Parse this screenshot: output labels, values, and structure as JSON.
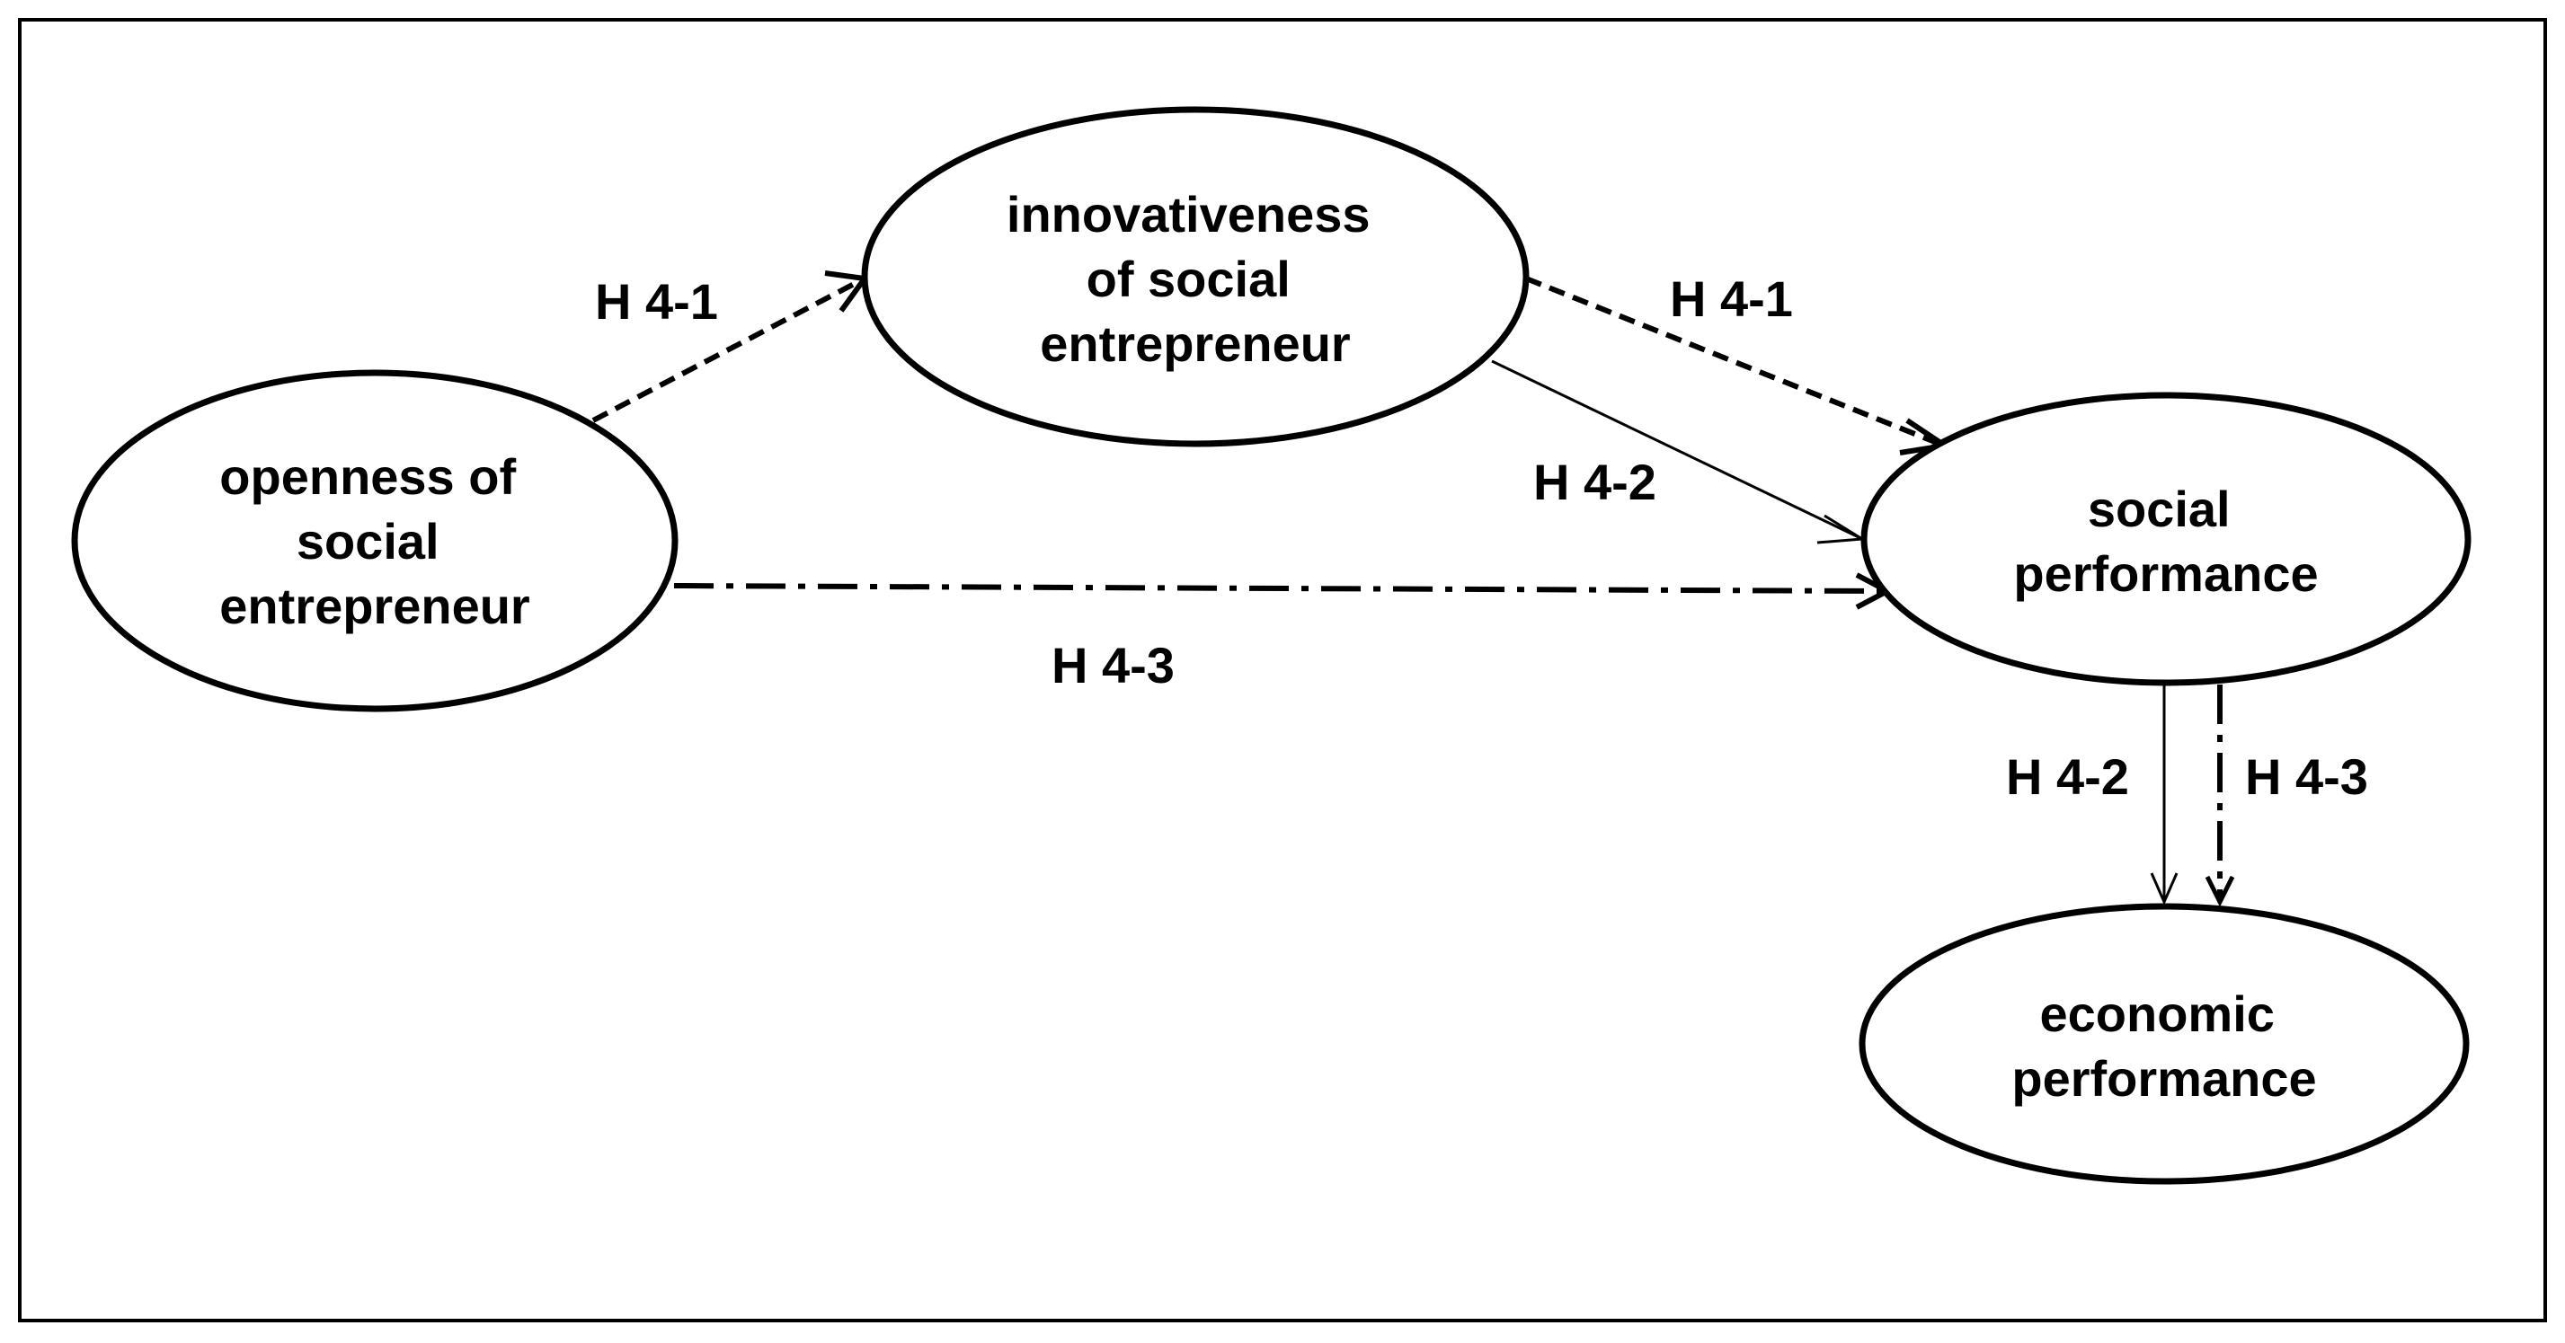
{
  "nodes": {
    "openness": {
      "lines": [
        "openness of",
        "social",
        "entrepreneur"
      ]
    },
    "innovativeness": {
      "lines": [
        "innovativeness",
        "of social",
        "entrepreneur"
      ]
    },
    "social_performance": {
      "lines": [
        "social",
        "performance"
      ]
    },
    "economic_performance": {
      "lines": [
        "economic",
        "performance"
      ]
    }
  },
  "edges": {
    "openness_to_innovativeness": {
      "label": "H 4-1",
      "style": "dashed"
    },
    "innovativeness_to_social_dashed": {
      "label": "H 4-1",
      "style": "dashed"
    },
    "innovativeness_to_social_solid": {
      "label": "H 4-2",
      "style": "solid"
    },
    "openness_to_social": {
      "label": "H 4-3",
      "style": "dash-dot"
    },
    "social_to_economic_solid": {
      "label": "H 4-2",
      "style": "solid"
    },
    "social_to_economic_dashdot": {
      "label": "H 4-3",
      "style": "dash-dot"
    }
  },
  "colors": {
    "stroke": "#000000",
    "background": "#ffffff"
  }
}
